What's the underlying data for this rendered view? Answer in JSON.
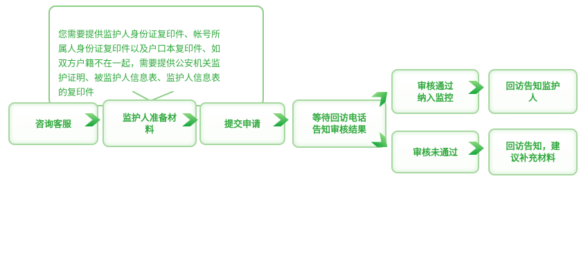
{
  "callout": {
    "text": "您需要提供监护人身份证复印件、帐号所\n属人身份证复印件以及户口本复印件、如\n双方户籍不在一起，需要提供公安机关监\n护证明、被监护人信息表、监护人信息表\n的复印件"
  },
  "steps": {
    "consult": "咨询客服",
    "prepare": "监护人准备材\n料",
    "submit": "提交申请",
    "wait": "等待回访电话\n告知审核结果",
    "approved": "审核通过\n纳入监控",
    "approved_notify": "回访告知监护\n人",
    "rejected": "审核未通过",
    "rejected_notify": "回访告知，建\n议补充材料"
  },
  "colors": {
    "text_green": "#2fa83c",
    "box_border_green": "#a6d7a0",
    "callout_border_green": "#8ccd84",
    "arrow_green_light": "#8ad87e",
    "arrow_green_dark": "#17a73c",
    "box_glow": "#cdeccb"
  }
}
